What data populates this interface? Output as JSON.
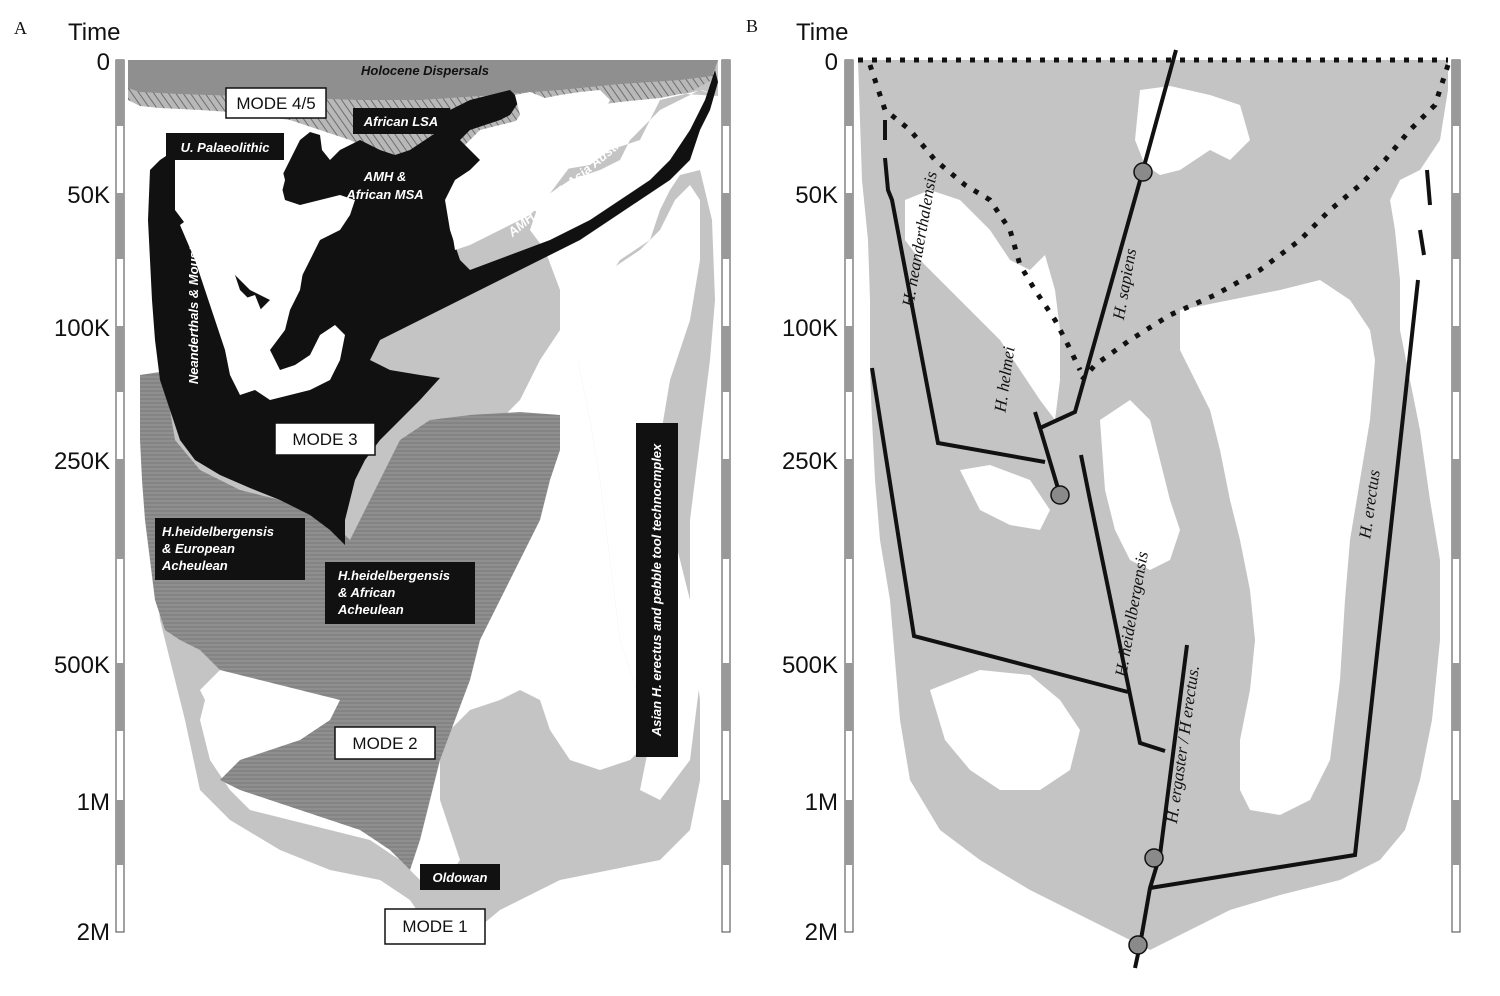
{
  "panel_a": {
    "letter": "A",
    "axis_title": "Time",
    "ticks": [
      "0",
      "50K",
      "100K",
      "250K",
      "500K",
      "1M",
      "2M"
    ],
    "region_labels": {
      "holocene": "Holocene Dispersals",
      "african_lsa": "African LSA",
      "u_palaeolithic": "U. Palaeolithic",
      "amh_msa_1": "AMH &",
      "amh_msa_2": "African MSA",
      "amh_asia": "AMH to S.E. Asia Australia",
      "neanderthals": "Neanderthals & Mousterian",
      "heid_eu_1": "H.heidelbergensis",
      "heid_eu_2": "& European",
      "heid_eu_3": "Acheulean",
      "heid_af_1": "H.heidelbergensis",
      "heid_af_2": "& African",
      "heid_af_3": "Acheulean",
      "asian_erectus": "Asian H. erectus and pebble tool technocmplex",
      "oldowan": "Oldowan"
    },
    "modes": {
      "mode45": "MODE 4/5",
      "mode3": "MODE 3",
      "mode2": "MODE 2",
      "mode1": "MODE 1"
    }
  },
  "panel_b": {
    "letter": "B",
    "axis_title": "Time",
    "ticks": [
      "0",
      "50K",
      "100K",
      "250K",
      "500K",
      "1M",
      "2M"
    ],
    "species": {
      "neanderthalensis": "H. neanderthalensis",
      "sapiens": "H. sapiens",
      "helmei": "H. helmei",
      "heidelbergensis": "H. heidelbergensis",
      "ergaster": "H. ergaster / H erectus.",
      "erectus": "H. erectus"
    }
  },
  "colors": {
    "light_gray": "#c4c4c4",
    "mid_gray": "#8f8f8f",
    "hatch_gray": "#a9a9a9",
    "black": "#111111",
    "white": "#ffffff"
  }
}
